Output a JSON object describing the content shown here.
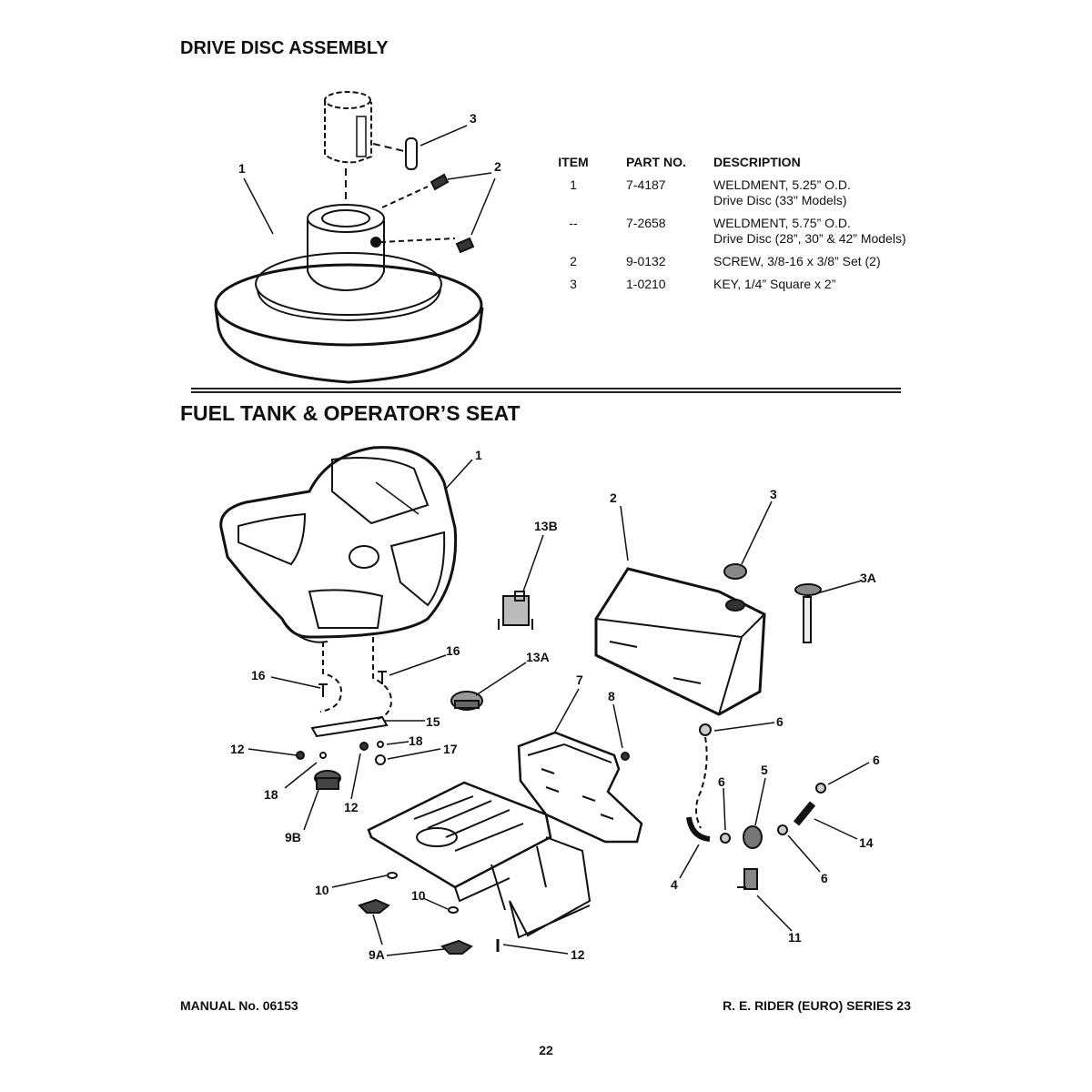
{
  "section1": {
    "title": "DRIVE DISC ASSEMBLY",
    "callouts": [
      "1",
      "2",
      "3"
    ]
  },
  "parts_table": {
    "headers": [
      "ITEM",
      "PART NO.",
      "DESCRIPTION"
    ],
    "rows": [
      {
        "item": "1",
        "part": "7-4187",
        "desc1": "WELDMENT, 5.25” O.D.",
        "desc2": "Drive Disc (33\" Models)"
      },
      {
        "item": "--",
        "part": "7-2658",
        "desc1": "WELDMENT, 5.75” O.D.",
        "desc2": "Drive Disc (28”, 30” & 42” Models)"
      },
      {
        "item": "2",
        "part": "9-0132",
        "desc1": "SCREW, 3/8-16 x 3/8” Set (2)",
        "desc2": ""
      },
      {
        "item": "3",
        "part": "1-0210",
        "desc1": "KEY, 1/4” Square x 2”",
        "desc2": ""
      }
    ]
  },
  "section2": {
    "title": "FUEL TANK & OPERATOR’S SEAT",
    "callouts": {
      "c1": "1",
      "c2": "2",
      "c3": "3",
      "c3a": "3A",
      "c13b": "13B",
      "c13a": "13A",
      "c16a": "16",
      "c16b": "16",
      "c15": "15",
      "c18a": "18",
      "c18b": "18",
      "c17": "17",
      "c12a": "12",
      "c12b": "12",
      "c12c": "12",
      "c9b": "9B",
      "c9a": "9A",
      "c10a": "10",
      "c10b": "10",
      "c7": "7",
      "c8": "8",
      "c6a": "6",
      "c6b": "6",
      "c6c": "6",
      "c6d": "6",
      "c5": "5",
      "c4": "4",
      "c14": "14",
      "c11": "11"
    }
  },
  "footer": {
    "manual": "MANUAL No. 06153",
    "series": "R. E. RIDER (EURO) SERIES 23",
    "page": "22"
  }
}
